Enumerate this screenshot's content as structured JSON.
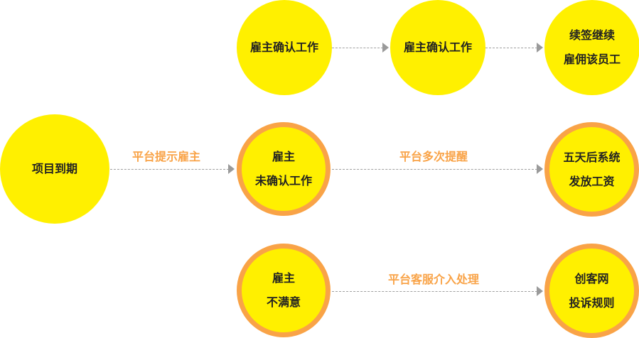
{
  "colors": {
    "node_fill": "#fff000",
    "ring": "#f9a347",
    "label": "#f9a347",
    "edge": "#a0a0a0",
    "text": "#222222"
  },
  "nodes": {
    "start": {
      "lines": [
        "项目到期"
      ]
    },
    "top1": {
      "lines": [
        "雇主确认工作"
      ]
    },
    "top2": {
      "lines": [
        "雇主确认工作"
      ]
    },
    "top3": {
      "lines": [
        "续签继续",
        "雇佣该员工"
      ]
    },
    "mid1": {
      "lines": [
        "雇主",
        "未确认工作"
      ]
    },
    "mid2": {
      "lines": [
        "五天后系统",
        "发放工资"
      ]
    },
    "bot1": {
      "lines": [
        "雇主",
        "不满意"
      ]
    },
    "bot2": {
      "lines": [
        "创客网",
        "投诉规则"
      ]
    }
  },
  "edges": {
    "start_mid1": "平台提示雇主",
    "mid1_mid2": "平台多次提醒",
    "bot1_bot2": "平台客服介入处理"
  }
}
